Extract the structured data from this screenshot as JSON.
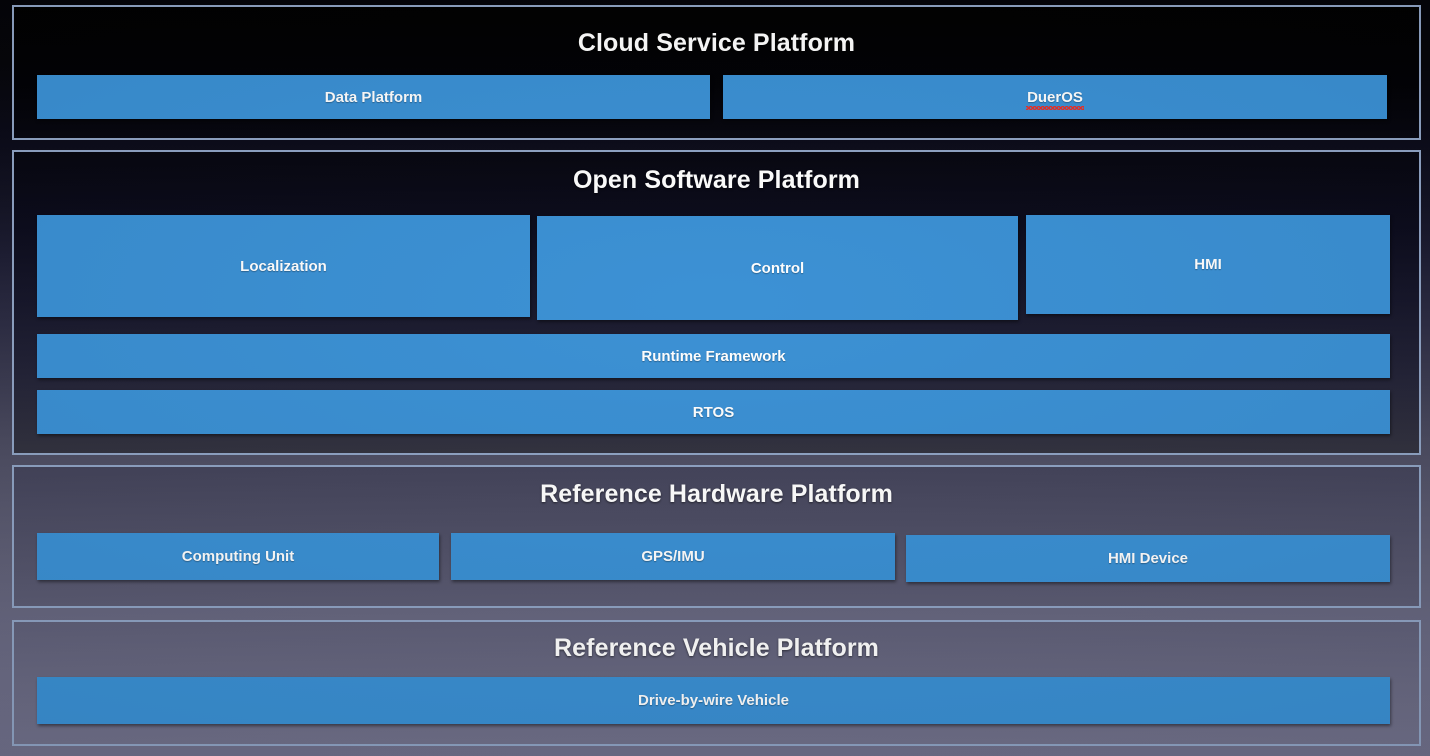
{
  "diagram": {
    "accent_blue": "#3A90D4",
    "border_color": "#8FA3C4",
    "title_color": "#FFFFFF",
    "spellcheck_underline_color": "#E8312A",
    "panels": [
      {
        "id": "cloud",
        "title": "Cloud Service Platform",
        "boxes": [
          {
            "label": "Data Platform",
            "misspelled": false
          },
          {
            "label": "DuerOS",
            "misspelled": true
          }
        ]
      },
      {
        "id": "software",
        "title": "Open Software Platform",
        "boxes": [
          {
            "label": "Localization",
            "misspelled": false
          },
          {
            "label": "Control",
            "misspelled": false
          },
          {
            "label": "HMI",
            "misspelled": false
          },
          {
            "label": "Runtime Framework",
            "misspelled": false
          },
          {
            "label": "RTOS",
            "misspelled": false
          }
        ]
      },
      {
        "id": "hardware",
        "title": "Reference Hardware Platform",
        "boxes": [
          {
            "label": "Computing Unit",
            "misspelled": false
          },
          {
            "label": "GPS/IMU",
            "misspelled": false
          },
          {
            "label": "HMI Device",
            "misspelled": false
          }
        ]
      },
      {
        "id": "vehicle",
        "title": "Reference Vehicle Platform",
        "boxes": [
          {
            "label": "Drive-by-wire Vehicle",
            "misspelled": false
          }
        ]
      }
    ]
  }
}
